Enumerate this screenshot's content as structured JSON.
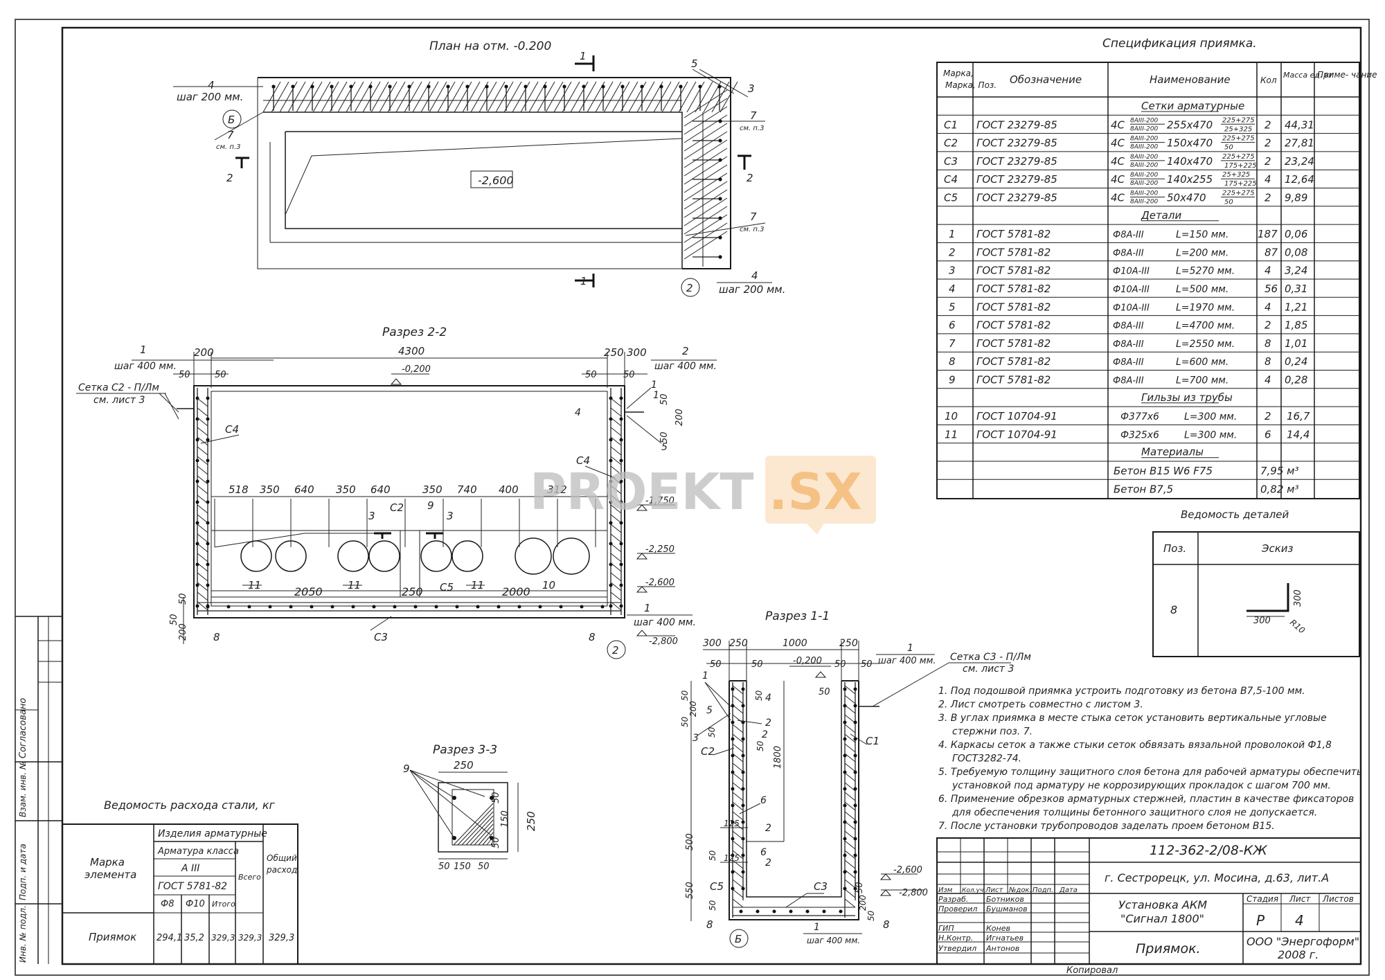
{
  "plan": {
    "title": "План на отм. -0.200",
    "level": "-2,600",
    "labels": {
      "n4": "4",
      "step200": "шаг 200 мм.",
      "axisB": "Б",
      "axis2": "2",
      "n7": "7",
      "seep3": "см. п.3",
      "n5": "5",
      "n3": "3",
      "n1": "1",
      "n2": "2"
    }
  },
  "sec22": {
    "title": "Разрез 2-2",
    "top_dims": [
      "200",
      "4300",
      "250",
      "300"
    ],
    "small_dims": [
      "50",
      "50",
      "50",
      "50"
    ],
    "step400": "шаг 400 мм.",
    "n1": "1",
    "n2": "2",
    "n4": "4",
    "n5": "5",
    "n8": "8",
    "n9": "9",
    "n10": "10",
    "n11": "11",
    "n3": "3",
    "setka_note": [
      "Сетка С2 - П/Лм",
      "см. лист 3"
    ],
    "c4": "С4",
    "c2": "С2",
    "c5": "С5",
    "c3": "С3",
    "levels": [
      "-0,200",
      "-1,750",
      "-2,250",
      "-2,600",
      "-2,800"
    ],
    "pipe_dims": [
      "518",
      "350",
      "640",
      "350",
      "640",
      "350",
      "740",
      "400",
      "312"
    ],
    "bottom_dims": [
      "2050",
      "250",
      "2000"
    ],
    "side_dims": [
      "50",
      "200",
      "50",
      "50",
      "50",
      "200"
    ]
  },
  "sec11": {
    "title": "Разрез 1-1",
    "top_dims": [
      "300",
      "250",
      "1000",
      "250"
    ],
    "small_dims": [
      "50",
      "50",
      "50",
      "50",
      "50"
    ],
    "level": "-0,200",
    "step400": "шаг 400 мм.",
    "setka_note": [
      "Сетка С3 - П/Лм",
      "см. лист 3"
    ],
    "height": "1800",
    "side_dims": [
      "50",
      "200",
      "50",
      "50",
      "500",
      "125",
      "50",
      "125",
      "550",
      "50"
    ],
    "c1": "С1",
    "c2": "С2",
    "c3": "С3",
    "c5": "С5",
    "levels": [
      "-2,600",
      "-2,800"
    ],
    "n1": "1",
    "n2": "2",
    "n3": "3",
    "n4": "4",
    "n5": "5",
    "n6": "6",
    "n8": "8",
    "axisB": "Б"
  },
  "sec33": {
    "title": "Разрез 3-3",
    "dims": [
      "250",
      "50",
      "150",
      "50",
      "250",
      "50",
      "150",
      "50"
    ],
    "n9": "9"
  },
  "spec": {
    "title": "Спецификация приямка.",
    "headers": [
      "Марка, Поз.",
      "Обозначение",
      "Наименование",
      "Кол",
      "Масса ед. кг",
      "Приме- чание"
    ],
    "groups": {
      "mesh": "Сетки арматурные",
      "details": "Детали",
      "sleeves": "Гильзы из трубы",
      "materials": "Материалы"
    },
    "mesh_rows": [
      {
        "mark": "С1",
        "doc": "ГОСТ 23279-85",
        "pre": "4С",
        "frac1a": "8АIII-200",
        "frac1b": "8АIII-200",
        "size": "255х470",
        "frac2a": "225+275",
        "frac2b": "25+325",
        "qty": "2",
        "mass": "44,31"
      },
      {
        "mark": "С2",
        "doc": "ГОСТ 23279-85",
        "pre": "4С",
        "frac1a": "8АIII-200",
        "frac1b": "8АIII-200",
        "size": "150х470",
        "frac2a": "225+275",
        "frac2b": "50",
        "qty": "2",
        "mass": "27,81"
      },
      {
        "mark": "С3",
        "doc": "ГОСТ 23279-85",
        "pre": "4С",
        "frac1a": "8АIII-200",
        "frac1b": "8АIII-200",
        "size": "140х470",
        "frac2a": "225+275",
        "frac2b": "175+225",
        "qty": "2",
        "mass": "23,24"
      },
      {
        "mark": "С4",
        "doc": "ГОСТ 23279-85",
        "pre": "4С",
        "frac1a": "8АIII-200",
        "frac1b": "8АIII-200",
        "size": "140х255",
        "frac2a": "25+325",
        "frac2b": "175+225",
        "qty": "4",
        "mass": "12,64"
      },
      {
        "mark": "С5",
        "doc": "ГОСТ 23279-85",
        "pre": "4С",
        "frac1a": "8АIII-200",
        "frac1b": "8АIII-200",
        "size": "50х470",
        "frac2a": "225+275",
        "frac2b": "50",
        "qty": "2",
        "mass": "9,89"
      }
    ],
    "detail_rows": [
      {
        "mark": "1",
        "doc": "ГОСТ 5781-82",
        "dia": "Ф8А-III",
        "len": "L=150 мм.",
        "qty": "187",
        "mass": "0,06"
      },
      {
        "mark": "2",
        "doc": "ГОСТ 5781-82",
        "dia": "Ф8А-III",
        "len": "L=200 мм.",
        "qty": "87",
        "mass": "0,08"
      },
      {
        "mark": "3",
        "doc": "ГОСТ 5781-82",
        "dia": "Ф10А-III",
        "len": "L=5270 мм.",
        "qty": "4",
        "mass": "3,24"
      },
      {
        "mark": "4",
        "doc": "ГОСТ 5781-82",
        "dia": "Ф10А-III",
        "len": "L=500 мм.",
        "qty": "56",
        "mass": "0,31"
      },
      {
        "mark": "5",
        "doc": "ГОСТ 5781-82",
        "dia": "Ф10А-III",
        "len": "L=1970 мм.",
        "qty": "4",
        "mass": "1,21"
      },
      {
        "mark": "6",
        "doc": "ГОСТ 5781-82",
        "dia": "Ф8А-III",
        "len": "L=4700 мм.",
        "qty": "2",
        "mass": "1,85"
      },
      {
        "mark": "7",
        "doc": "ГОСТ 5781-82",
        "dia": "Ф8А-III",
        "len": "L=2550 мм.",
        "qty": "8",
        "mass": "1,01"
      },
      {
        "mark": "8",
        "doc": "ГОСТ 5781-82",
        "dia": "Ф8А-III",
        "len": "L=600 мм.",
        "qty": "8",
        "mass": "0,24"
      },
      {
        "mark": "9",
        "doc": "ГОСТ 5781-82",
        "dia": "Ф8А-III",
        "len": "L=700 мм.",
        "qty": "4",
        "mass": "0,28"
      }
    ],
    "sleeve_rows": [
      {
        "mark": "10",
        "doc": "ГОСТ 10704-91",
        "dia": "Ф377х6",
        "len": "L=300 мм.",
        "qty": "2",
        "mass": "16,7"
      },
      {
        "mark": "11",
        "doc": "ГОСТ 10704-91",
        "dia": "Ф325х6",
        "len": "L=300 мм.",
        "qty": "6",
        "mass": "14,4"
      }
    ],
    "material_rows": [
      {
        "name": "Бетон В15 W6 F75",
        "qty": "7,95 м³"
      },
      {
        "name": "Бетон В7,5",
        "qty": "0,82 м³"
      }
    ]
  },
  "details_sheet": {
    "title": "Ведомость деталей",
    "headers": [
      "Поз.",
      "Эскиз"
    ],
    "pos": "8",
    "dims": [
      "300",
      "300",
      "R10"
    ]
  },
  "notes": [
    "1. Под подошвой приямка устроить подготовку из бетона В7,5-100 мм.",
    "2. Лист смотреть совместно с листом 3.",
    "3. В углах приямка в месте стыка сеток установить вертикальные угловые",
    "стержни поз. 7.",
    "4. Каркасы сеток а также стыки сеток обвязать вязальной проволокой Ф1,8",
    "ГОСТ3282-74.",
    "5. Требуемую толщину защитного слоя бетона для рабочей арматуры обеспечить",
    "установкой под арматуру не коррозирующих прокладок с шагом 700 мм.",
    "6. Применение обрезков арматурных стержней, пластин в качестве фиксаторов",
    "для обеспечения толщины бетонного защитного слоя не допускается.",
    "7. После установки трубопроводов заделать проем бетоном В15."
  ],
  "steel": {
    "title": "Ведомость расхода стали, кг",
    "h_mark": [
      "Марка",
      "элемента"
    ],
    "h_products": "Изделия арматурные",
    "h_class": "Арматура класса",
    "h_a3": "А III",
    "h_gost": "ГОСТ 5781-82",
    "h_d8": "Ф8",
    "h_d10": "Ф10",
    "h_itogo": "Итого",
    "h_total": "Всего",
    "h_overall": [
      "Общий",
      "расход"
    ],
    "row": {
      "name": "Приямок",
      "d8": "294,1",
      "d10": "35,2",
      "itogo": "329,3",
      "total": "329,3",
      "overall": "329,3"
    }
  },
  "stamp": {
    "code": "112-362-2/08-КЖ",
    "address": "г. Сестрорецк, ул. Мосина, д.63, лит.А",
    "cols": [
      "Изм",
      "Кол.уч",
      "Лист",
      "№док.",
      "Подп.",
      "Дата"
    ],
    "object": [
      "Установка АКМ",
      "\"Сигнал 1800\""
    ],
    "stage_h": "Стадия",
    "sheet_h": "Лист",
    "sheets_h": "Листов",
    "stage": "Р",
    "sheet": "4",
    "sheet_name": "Приямок.",
    "org": [
      "ООО \"Энергоформ\"",
      "2008 г."
    ],
    "people": [
      {
        "role": "Разраб.",
        "name": "Ботников"
      },
      {
        "role": "Проверил",
        "name": "Бушманов"
      },
      {
        "role": "",
        "name": ""
      },
      {
        "role": "ГИП",
        "name": "Конев"
      },
      {
        "role": "Н.Контр.",
        "name": "Игнатьев"
      },
      {
        "role": "Утвердил",
        "name": "Антонов"
      }
    ],
    "copied": "Копировал"
  },
  "side": {
    "agreed": "Согласовано",
    "inv_repl": "Взам. инв. №",
    "sign_date": "Подп. и дата",
    "inv_orig": "Инв. № подл."
  },
  "watermark": {
    "left": "PROEKT",
    "right": ".SX"
  },
  "colors": {
    "ink": "#1a1a1a",
    "watermark_grey": "#c9c9c9",
    "watermark_orange": "#f5b66a"
  }
}
